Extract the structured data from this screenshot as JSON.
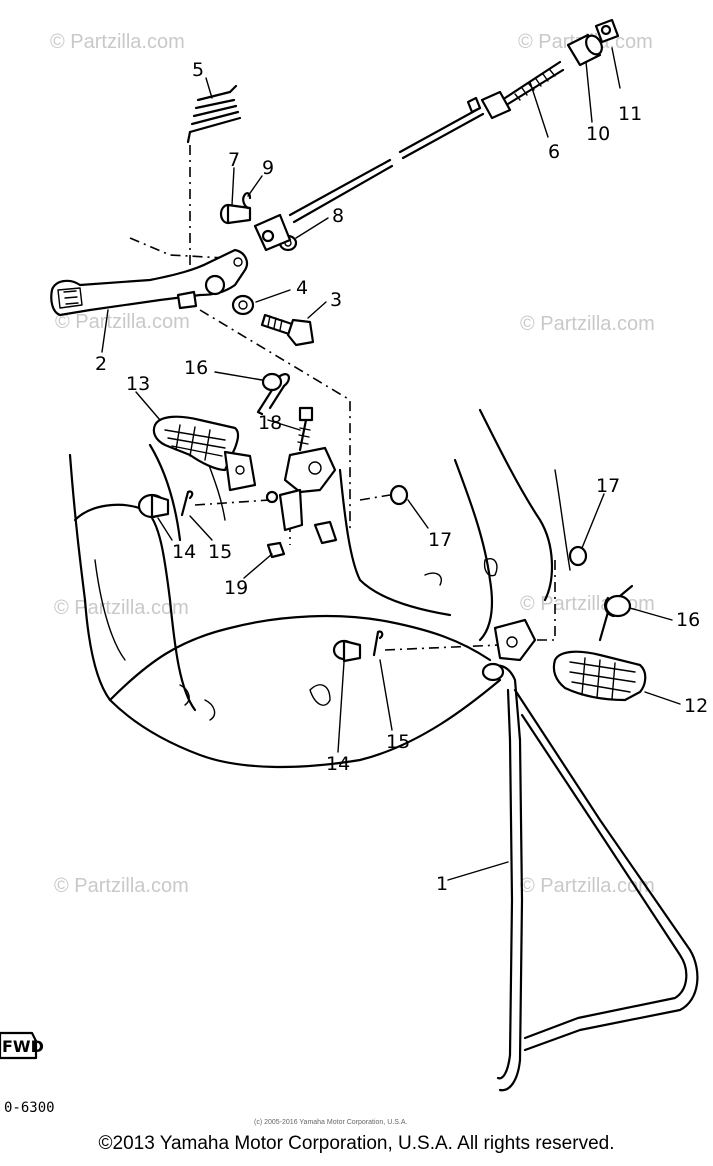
{
  "watermark": "© Partzilla.com",
  "diagram_code": "0-6300",
  "fwd_label": "FWD",
  "small_copyright": "(c) 2005-2016 Yamaha Motor Corporation, U.S.A.",
  "footer_copyright": "©2013 Yamaha Motor Corporation, U.S.A. All rights reserved.",
  "callouts": [
    {
      "id": "c1",
      "label": "1"
    },
    {
      "id": "c2",
      "label": "2"
    },
    {
      "id": "c3",
      "label": "3"
    },
    {
      "id": "c4",
      "label": "4"
    },
    {
      "id": "c5",
      "label": "5"
    },
    {
      "id": "c6",
      "label": "6"
    },
    {
      "id": "c7",
      "label": "7"
    },
    {
      "id": "c8",
      "label": "8"
    },
    {
      "id": "c9",
      "label": "9"
    },
    {
      "id": "c10",
      "label": "10"
    },
    {
      "id": "c11",
      "label": "11"
    },
    {
      "id": "c12",
      "label": "12"
    },
    {
      "id": "c13",
      "label": "13"
    },
    {
      "id": "c14a",
      "label": "14"
    },
    {
      "id": "c14b",
      "label": "14"
    },
    {
      "id": "c15a",
      "label": "15"
    },
    {
      "id": "c15b",
      "label": "15"
    },
    {
      "id": "c16a",
      "label": "16"
    },
    {
      "id": "c16b",
      "label": "16"
    },
    {
      "id": "c17a",
      "label": "17"
    },
    {
      "id": "c17b",
      "label": "17"
    },
    {
      "id": "c18",
      "label": "18"
    },
    {
      "id": "c19",
      "label": "19"
    }
  ]
}
